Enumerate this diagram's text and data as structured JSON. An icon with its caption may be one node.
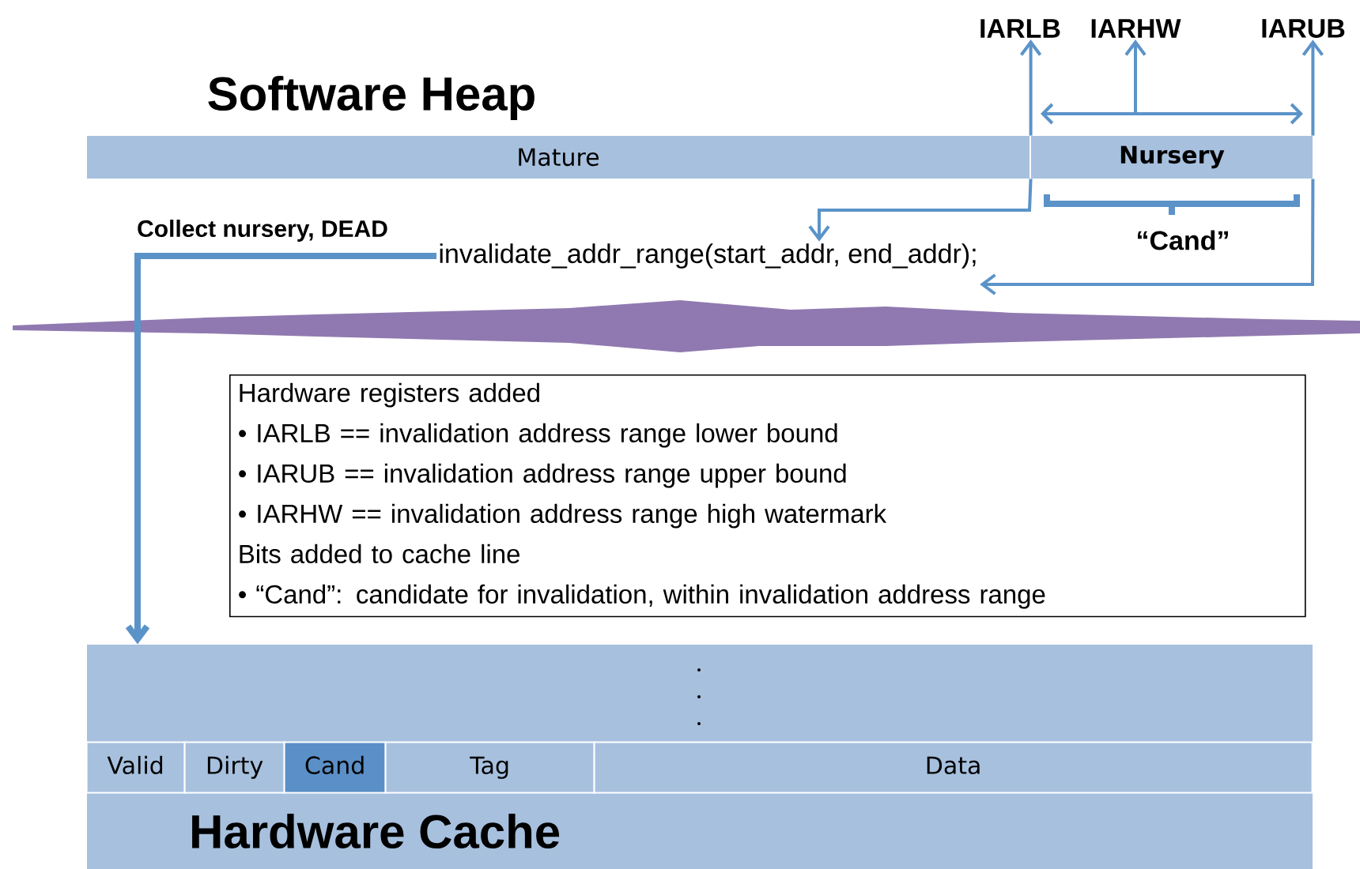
{
  "diagram": {
    "title": "Software Heap",
    "nodes": [
      {
        "text": [
          "IARLB"
        ]
      },
      {
        "text": [
          "IARHW"
        ]
      },
      {
        "text": [
          "IARUB"
        ]
      },
      {
        "text": [
          "Mature"
        ]
      },
      {
        "text": [
          "Nursery"
        ]
      },
      {
        "text": [
          "invalidate_addr_range(start_addr, end_addr);"
        ]
      },
      {
        "text": [
          "Hardware registers added",
          "• IARLB == invalidation address range lower bound",
          "• IARUB == invalidation address range upper bound",
          "• IARHW == invalidation address range high watermark",
          "Bits added to cache line",
          "• “Cand”: candidate for invalidation, within invalidation address range"
        ]
      },
      {
        "text": [
          "Hardware Cache"
        ]
      },
      {
        "text": [
          "Valid"
        ],
        "in": 7
      },
      {
        "text": [
          "Dirty"
        ],
        "in": 7
      },
      {
        "text": [
          "Cand"
        ],
        "in": 7
      },
      {
        "text": [
          "Tag"
        ],
        "in": 7
      },
      {
        "text": [
          "Data"
        ],
        "in": 7
      }
    ],
    "edges": [
      {
        "from": 4,
        "to": 0,
        "arrow": "to"
      },
      {
        "from": null,
        "to": 1,
        "arrow": "to"
      },
      {
        "from": 4,
        "to": 2,
        "arrow": "to"
      },
      {
        "from": 4,
        "to": 5,
        "arrow": "to"
      },
      {
        "from": 4,
        "to": 5,
        "arrow": "to"
      },
      {
        "from": 5,
        "to": 7,
        "arrow": "to",
        "label": "Collect nursery, DEAD",
        "style": "thick"
      }
    ],
    "labels": [
      "“Cand”"
    ]
  }
}
